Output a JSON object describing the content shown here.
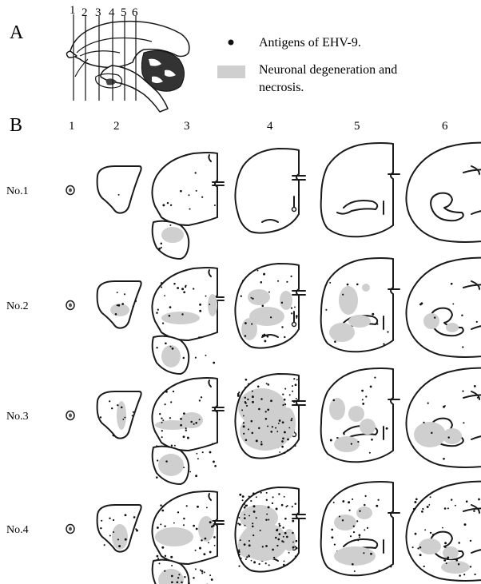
{
  "panel_a": {
    "letter": "A",
    "cut_labels": [
      "1",
      "2",
      "3",
      "4",
      "5",
      "6"
    ]
  },
  "legend": {
    "antigen_label": "Antigens of EHV-9.",
    "lesion_line1": "Neuronal degeneration and",
    "lesion_line2": "necrosis."
  },
  "panel_b": {
    "letter": "B",
    "column_labels": [
      "1",
      "2",
      "3",
      "4",
      "5",
      "6"
    ],
    "rows": [
      {
        "label": "No.1"
      },
      {
        "label": "No.2"
      },
      {
        "label": "No.3"
      },
      {
        "label": "No.4"
      }
    ]
  },
  "colors": {
    "lesion": "#cfcfcf",
    "antigen": "#111111",
    "outline": "#1a1a1a"
  }
}
